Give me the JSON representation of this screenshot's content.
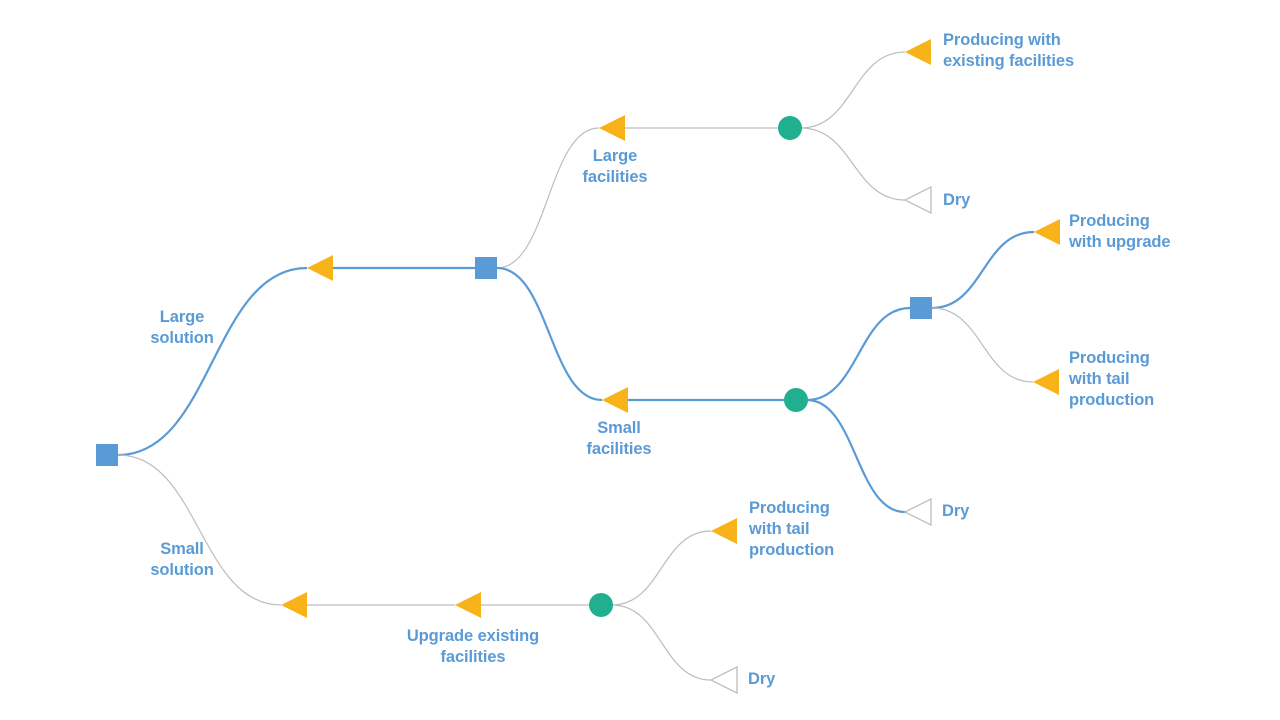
{
  "diagram": {
    "type": "decision-tree",
    "colors": {
      "decision_node": "#5b9bd5",
      "chance_node": "#21b08f",
      "outcome_node": "#f8b31b",
      "terminal_empty_stroke": "#b7b7b7",
      "highlight_edge": "#5b9bd5",
      "default_edge": "#bdbdbd",
      "label_text": "#5b9bd5"
    },
    "nodes": [
      {
        "id": "root",
        "kind": "decision",
        "label": ""
      },
      {
        "id": "large_solution",
        "kind": "outcome",
        "label": "Large\nsolution"
      },
      {
        "id": "decision_facilities",
        "kind": "decision",
        "label": ""
      },
      {
        "id": "large_facilities",
        "kind": "outcome",
        "label": "Large\nfacilities"
      },
      {
        "id": "chance_large",
        "kind": "chance",
        "label": ""
      },
      {
        "id": "producing_existing",
        "kind": "outcome",
        "label": "Producing with\nexisting facilities"
      },
      {
        "id": "dry_1",
        "kind": "terminal-empty",
        "label": "Dry"
      },
      {
        "id": "small_facilities",
        "kind": "outcome",
        "label": "Small\nfacilities"
      },
      {
        "id": "chance_small",
        "kind": "chance",
        "label": ""
      },
      {
        "id": "decision_upgrade",
        "kind": "decision",
        "label": ""
      },
      {
        "id": "producing_upgrade",
        "kind": "outcome",
        "label": "Producing\nwith upgrade"
      },
      {
        "id": "producing_tail_1",
        "kind": "outcome",
        "label": "Producing\nwith tail\nproduction"
      },
      {
        "id": "dry_2",
        "kind": "terminal-empty",
        "label": "Dry"
      },
      {
        "id": "small_solution",
        "kind": "outcome",
        "label": "Small\nsolution"
      },
      {
        "id": "upgrade_existing",
        "kind": "outcome",
        "label": "Upgrade existing\nfacilities"
      },
      {
        "id": "chance_upgrade",
        "kind": "chance",
        "label": ""
      },
      {
        "id": "producing_tail_2",
        "kind": "outcome",
        "label": "Producing\nwith tail\nproduction"
      },
      {
        "id": "dry_3",
        "kind": "terminal-empty",
        "label": "Dry"
      }
    ],
    "edges": [
      {
        "from": "root",
        "to": "large_solution",
        "highlight": true
      },
      {
        "from": "large_solution",
        "to": "decision_facilities",
        "highlight": true
      },
      {
        "from": "decision_facilities",
        "to": "large_facilities",
        "highlight": false
      },
      {
        "from": "large_facilities",
        "to": "chance_large",
        "highlight": false
      },
      {
        "from": "chance_large",
        "to": "producing_existing",
        "highlight": false
      },
      {
        "from": "chance_large",
        "to": "dry_1",
        "highlight": false
      },
      {
        "from": "decision_facilities",
        "to": "small_facilities",
        "highlight": true
      },
      {
        "from": "small_facilities",
        "to": "chance_small",
        "highlight": true
      },
      {
        "from": "chance_small",
        "to": "decision_upgrade",
        "highlight": true
      },
      {
        "from": "decision_upgrade",
        "to": "producing_upgrade",
        "highlight": true
      },
      {
        "from": "decision_upgrade",
        "to": "producing_tail_1",
        "highlight": false
      },
      {
        "from": "chance_small",
        "to": "dry_2",
        "highlight": true
      },
      {
        "from": "root",
        "to": "small_solution",
        "highlight": false
      },
      {
        "from": "small_solution",
        "to": "upgrade_existing",
        "highlight": false
      },
      {
        "from": "upgrade_existing",
        "to": "chance_upgrade",
        "highlight": false
      },
      {
        "from": "chance_upgrade",
        "to": "producing_tail_2",
        "highlight": false
      },
      {
        "from": "chance_upgrade",
        "to": "dry_3",
        "highlight": false
      }
    ]
  }
}
